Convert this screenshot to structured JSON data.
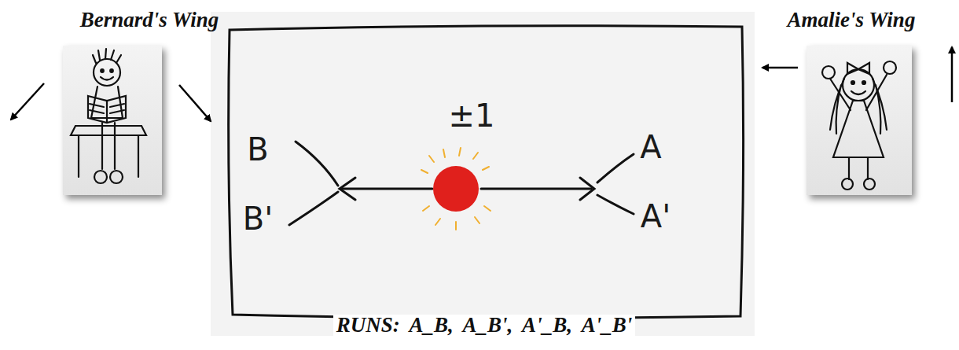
{
  "diagram": {
    "nodes": [
      {
        "text": [
          "±1",
          "B",
          "B'",
          "A",
          "A'"
        ]
      }
    ],
    "labels": [
      "Bernard's Wing",
      "Amalie's Wing",
      "RUNS: A_B, A_B', A'_B, A'_B'"
    ]
  }
}
